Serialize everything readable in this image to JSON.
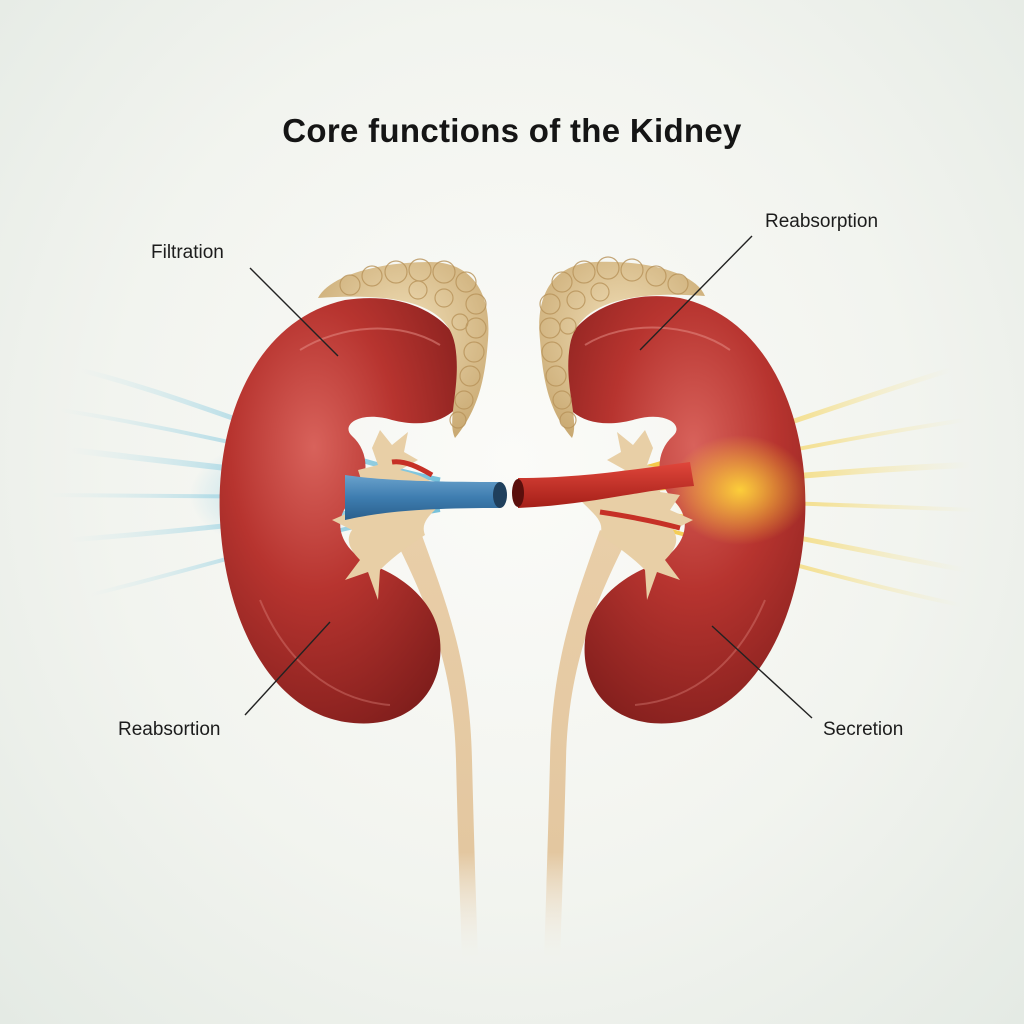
{
  "title": "Core functions of the Kidney",
  "labels": {
    "filtration": "Filtration",
    "reabsorption_top": "Reabsorption",
    "reabsortion_bottom": "Reabsortion",
    "secretion": "Secretion"
  },
  "colors": {
    "kidney": "#b3312d",
    "fat": "#dcc28f",
    "ureter": "#e5c9a3",
    "vein": "#3f7fb3",
    "artery": "#c62a22",
    "filtration_flow": "#58b3d3",
    "secretion_flow": "#f0c02a"
  }
}
